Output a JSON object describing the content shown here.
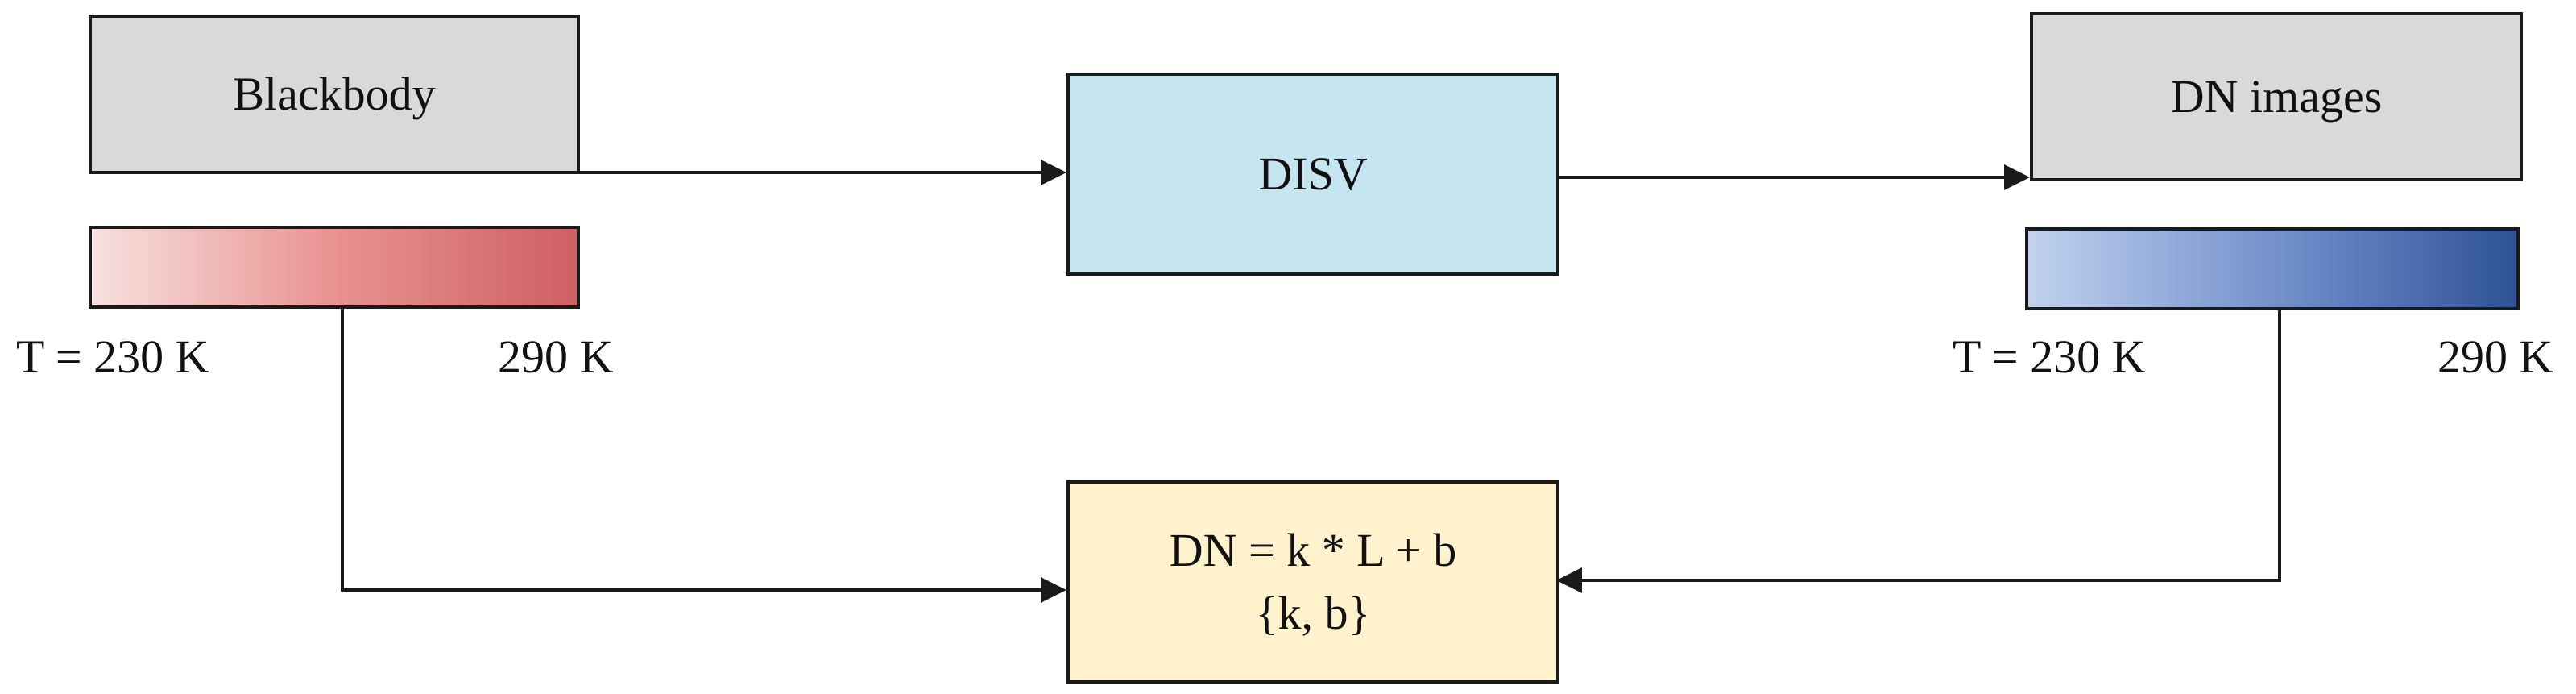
{
  "colors": {
    "source_box": "#d9d9d9",
    "disv_box": "#c5e6f0",
    "model_box": "#fff2cc",
    "stroke": "#1a1a1a",
    "temperature_ramp": [
      "#f8e1df",
      "#e89291",
      "#cf6064"
    ],
    "dn_ramp": [
      "#c2d2ee",
      "#9eb5e0",
      "#2f5196"
    ]
  },
  "blackbody": {
    "label": "Blackbody",
    "range_start": "T = 230 K",
    "range_end": "290 K"
  },
  "disv": {
    "label": "DISV"
  },
  "dn_images": {
    "label": "DN images",
    "range_start": "T = 230 K",
    "range_end": "290 K"
  },
  "model": {
    "equation": "DN = k * L + b",
    "params": "{k, b}"
  }
}
